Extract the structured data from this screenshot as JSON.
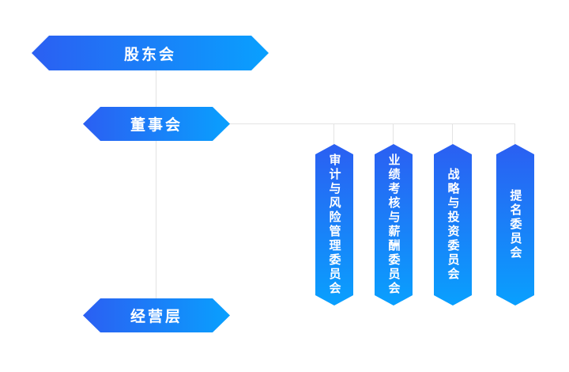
{
  "org_chart": {
    "nodes": {
      "shareholders": {
        "label": "股东会"
      },
      "board": {
        "label": "董事会"
      },
      "management": {
        "label": "经营层"
      }
    },
    "committees": [
      {
        "label": "审计与风险管理委员会"
      },
      {
        "label": "业绩考核与薪酬委员会"
      },
      {
        "label": "战略与投资委员会"
      },
      {
        "label": "提名委员会"
      }
    ],
    "colors": {
      "gradient_start": "#2b5ff2",
      "gradient_end": "#09a0fe",
      "line": "#e3e3e3",
      "text": "#ffffff"
    }
  }
}
